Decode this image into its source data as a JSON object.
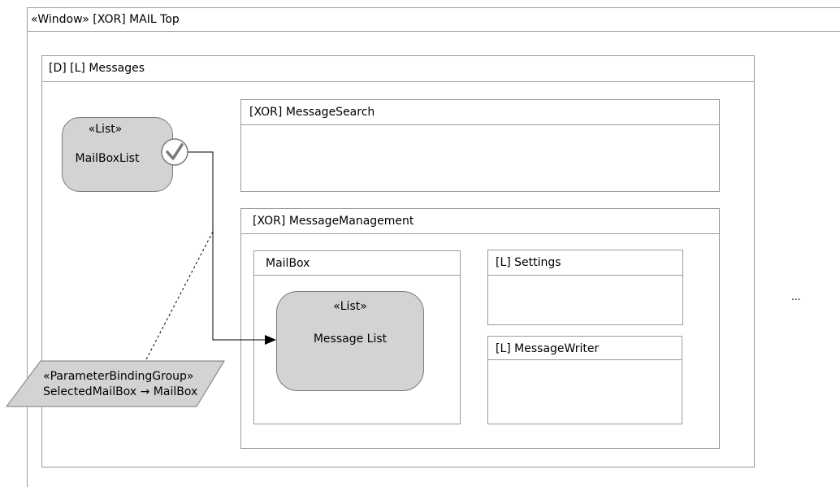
{
  "window": {
    "title": "«Window» [XOR] MAIL Top"
  },
  "messages": {
    "title": "[D] [L] Messages"
  },
  "mailbox_list": {
    "stereotype": "«List»",
    "name": "MailBoxList"
  },
  "message_search": {
    "title": "[XOR] MessageSearch"
  },
  "message_management": {
    "title": "[XOR] MessageManagement"
  },
  "mailbox": {
    "title": "MailBox"
  },
  "message_list": {
    "stereotype": "«List»",
    "name": "Message List"
  },
  "settings": {
    "title": "[L] Settings"
  },
  "message_writer": {
    "title": "[L] MessageWriter"
  },
  "binding_group": {
    "stereotype": "«ParameterBindingGroup»",
    "mapping": "SelectedMailBox → MailBox"
  },
  "ellipsis": "...",
  "colors": {
    "border": "#9a9a9a",
    "list_fill": "#d3d3d3",
    "line": "#000000"
  }
}
